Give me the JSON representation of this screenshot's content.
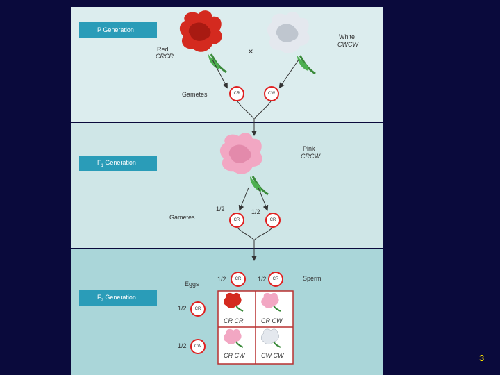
{
  "p_generation": {
    "label": "P Generation",
    "red": {
      "name": "Red",
      "genotype": "CRCR"
    },
    "white": {
      "name": "White",
      "genotype": "CWCW"
    },
    "cross_symbol": "×",
    "gametes_label": "Gametes",
    "gamete_red": "CR",
    "gamete_white": "CW"
  },
  "f1_generation": {
    "label": "F1 Generation",
    "pink": {
      "name": "Pink",
      "genotype": "CRCW"
    },
    "gametes_label": "Gametes",
    "fraction": "1/2",
    "gamete_left": "CR",
    "gamete_right": "CR"
  },
  "f2_generation": {
    "label": "F2 Generation",
    "eggs_label": "Eggs",
    "sperm_label": "Sperm",
    "fraction": "1/2",
    "sperm": [
      "CR",
      "CR"
    ],
    "eggs": [
      "CR",
      "CW"
    ],
    "punnett": [
      {
        "genotype": "CR CR",
        "color": "red"
      },
      {
        "genotype": "CR CW",
        "color": "pink"
      },
      {
        "genotype": "CR CW",
        "color": "pink"
      },
      {
        "genotype": "CW CW",
        "color": "white"
      }
    ]
  },
  "page_number": "3",
  "colors": {
    "background": "#0a0a3c",
    "panel_light": "#dcedee",
    "panel_mid": "#cfe6e7",
    "panel_dark": "#aad6d9",
    "label_box": "#2a9cb8",
    "circle_border": "#e02020",
    "red_flower": "#d42a1f",
    "white_flower": "#e4e8ee",
    "pink_flower": "#f2a7c3",
    "page_number": "#ffe600"
  }
}
